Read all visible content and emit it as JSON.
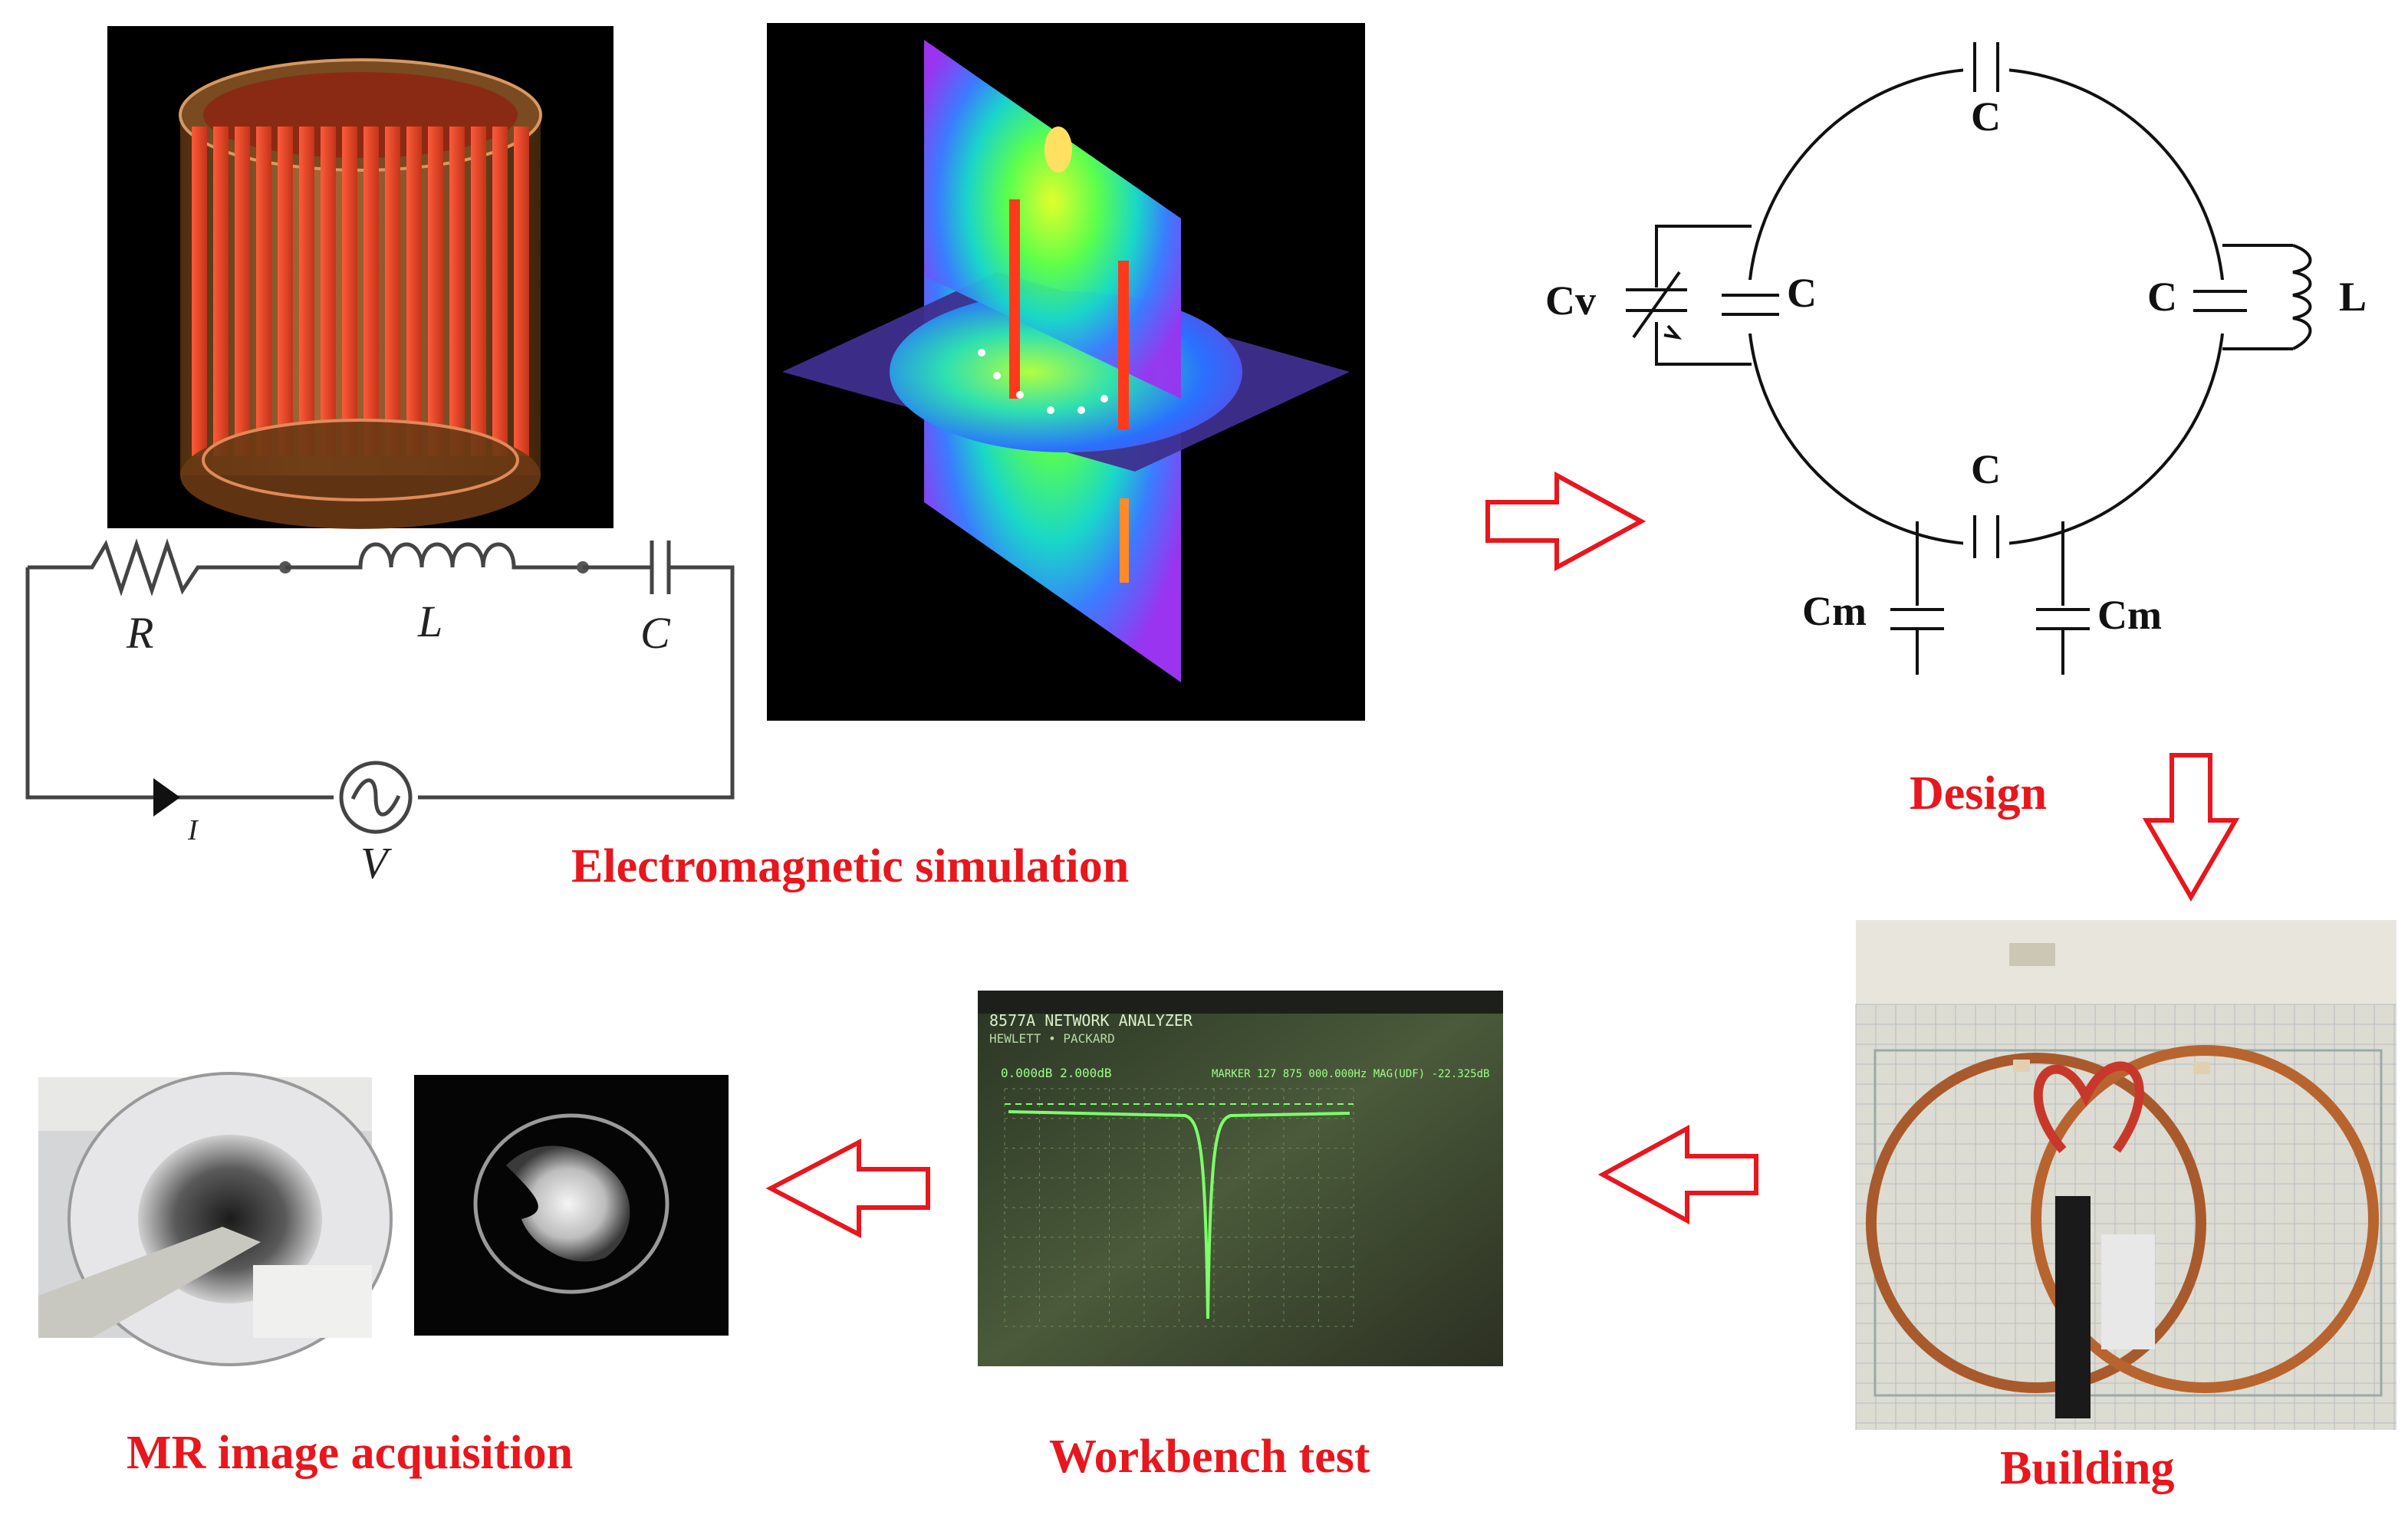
{
  "captions": {
    "em_simulation": "Electromagnetic simulation",
    "design": "Design",
    "building": "Building",
    "workbench": "Workbench test",
    "mr_acquisition": "MR image acquisition"
  },
  "rlc_circuit": {
    "r": "R",
    "l": "L",
    "c": "C",
    "v": "V",
    "i": "I"
  },
  "design_schematic": {
    "c_top": "C",
    "c_left": "C",
    "c_right": "C",
    "c_bottom": "C",
    "cv": "Cv",
    "l": "L",
    "cm_left": "Cm",
    "cm_right": "Cm"
  },
  "analyzer": {
    "header": "8577A NETWORK ANALYZER",
    "maker": "HEWLETT • PACKARD",
    "readout_left": "0.000dB   2.000dB",
    "readout_right": "MARKER 127 875 000.000Hz  MAG(UDF) -22.325dB"
  },
  "colors": {
    "caption_red": "#e8161d",
    "coil_copper": "#b8642f",
    "trace_green": "#7dff6a"
  }
}
